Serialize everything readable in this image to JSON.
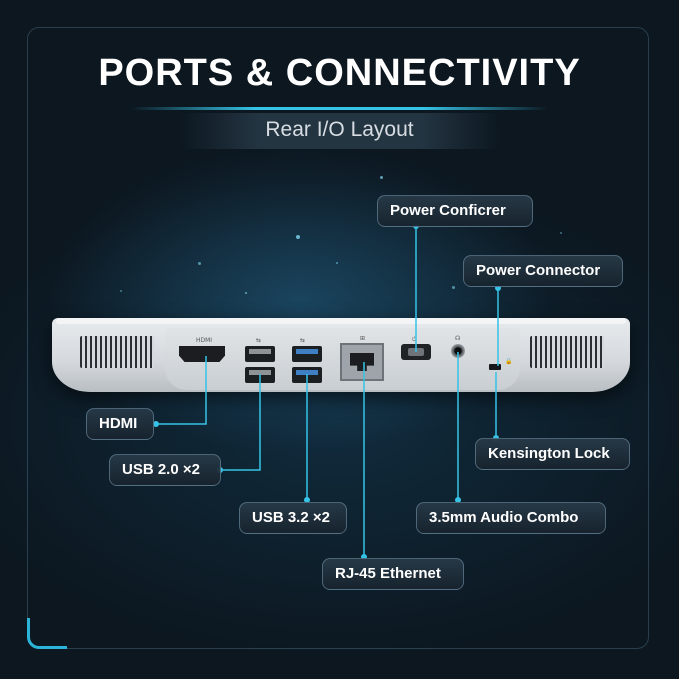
{
  "title": "PORTS & CONNECTIVITY",
  "subtitle": "Rear I/O Layout",
  "accent_color": "#35c3e6",
  "callouts": {
    "power_top": "Power Conficrer",
    "power_connector": "Power Connector",
    "hdmi": "HDMI",
    "usb20": "USB 2.0 ×2",
    "usb32": "USB 3.2 ×2",
    "rj45": "RJ-45 Ethernet",
    "kensington": "Kensington Lock",
    "audio": "3.5mm Audio Combo"
  },
  "port_labels": {
    "hdmi": "HDMI"
  },
  "icons": [
    "usb-icon",
    "ethernet-icon",
    "power-icon",
    "headset-icon",
    "lock-icon"
  ]
}
